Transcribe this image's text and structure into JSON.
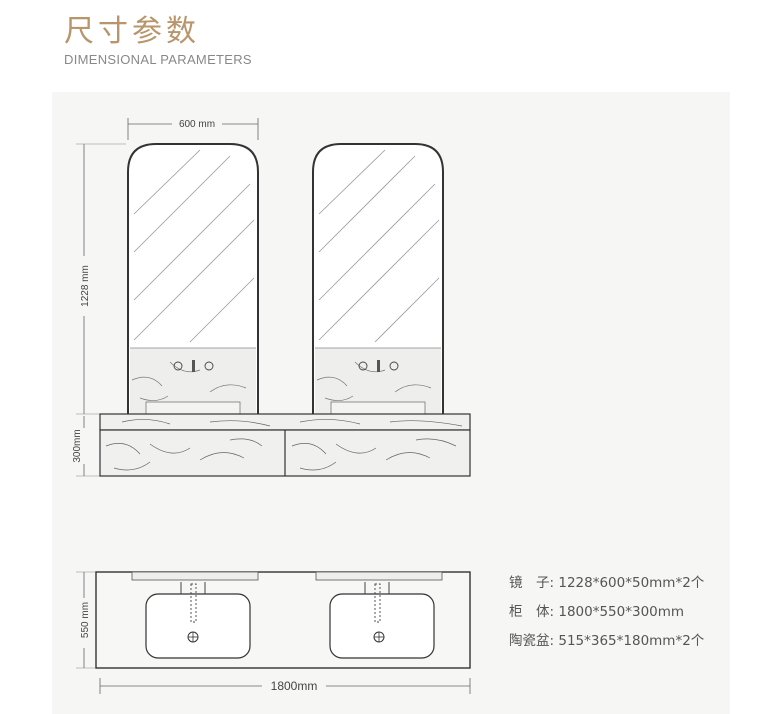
{
  "header": {
    "title_zh": "尺寸参数",
    "title_en": "DIMENSIONAL PARAMETERS"
  },
  "dimensions": {
    "mirror_width": "600 mm",
    "mirror_height": "1228 mm",
    "cabinet_height": "300mm",
    "cabinet_depth": "550 mm",
    "total_width": "1800mm"
  },
  "specs": [
    {
      "label": "镜　子",
      "sep": ":",
      "value": "1228*600*50mm*2个"
    },
    {
      "label": "柜　体",
      "sep": ":",
      "value": "1800*550*300mm"
    },
    {
      "label": "陶瓷盆",
      "sep": ":",
      "value": "515*365*180mm*2个"
    }
  ],
  "colors": {
    "accent": "#b8956a",
    "panel_bg": "#f6f6f5",
    "line": "#333333"
  }
}
